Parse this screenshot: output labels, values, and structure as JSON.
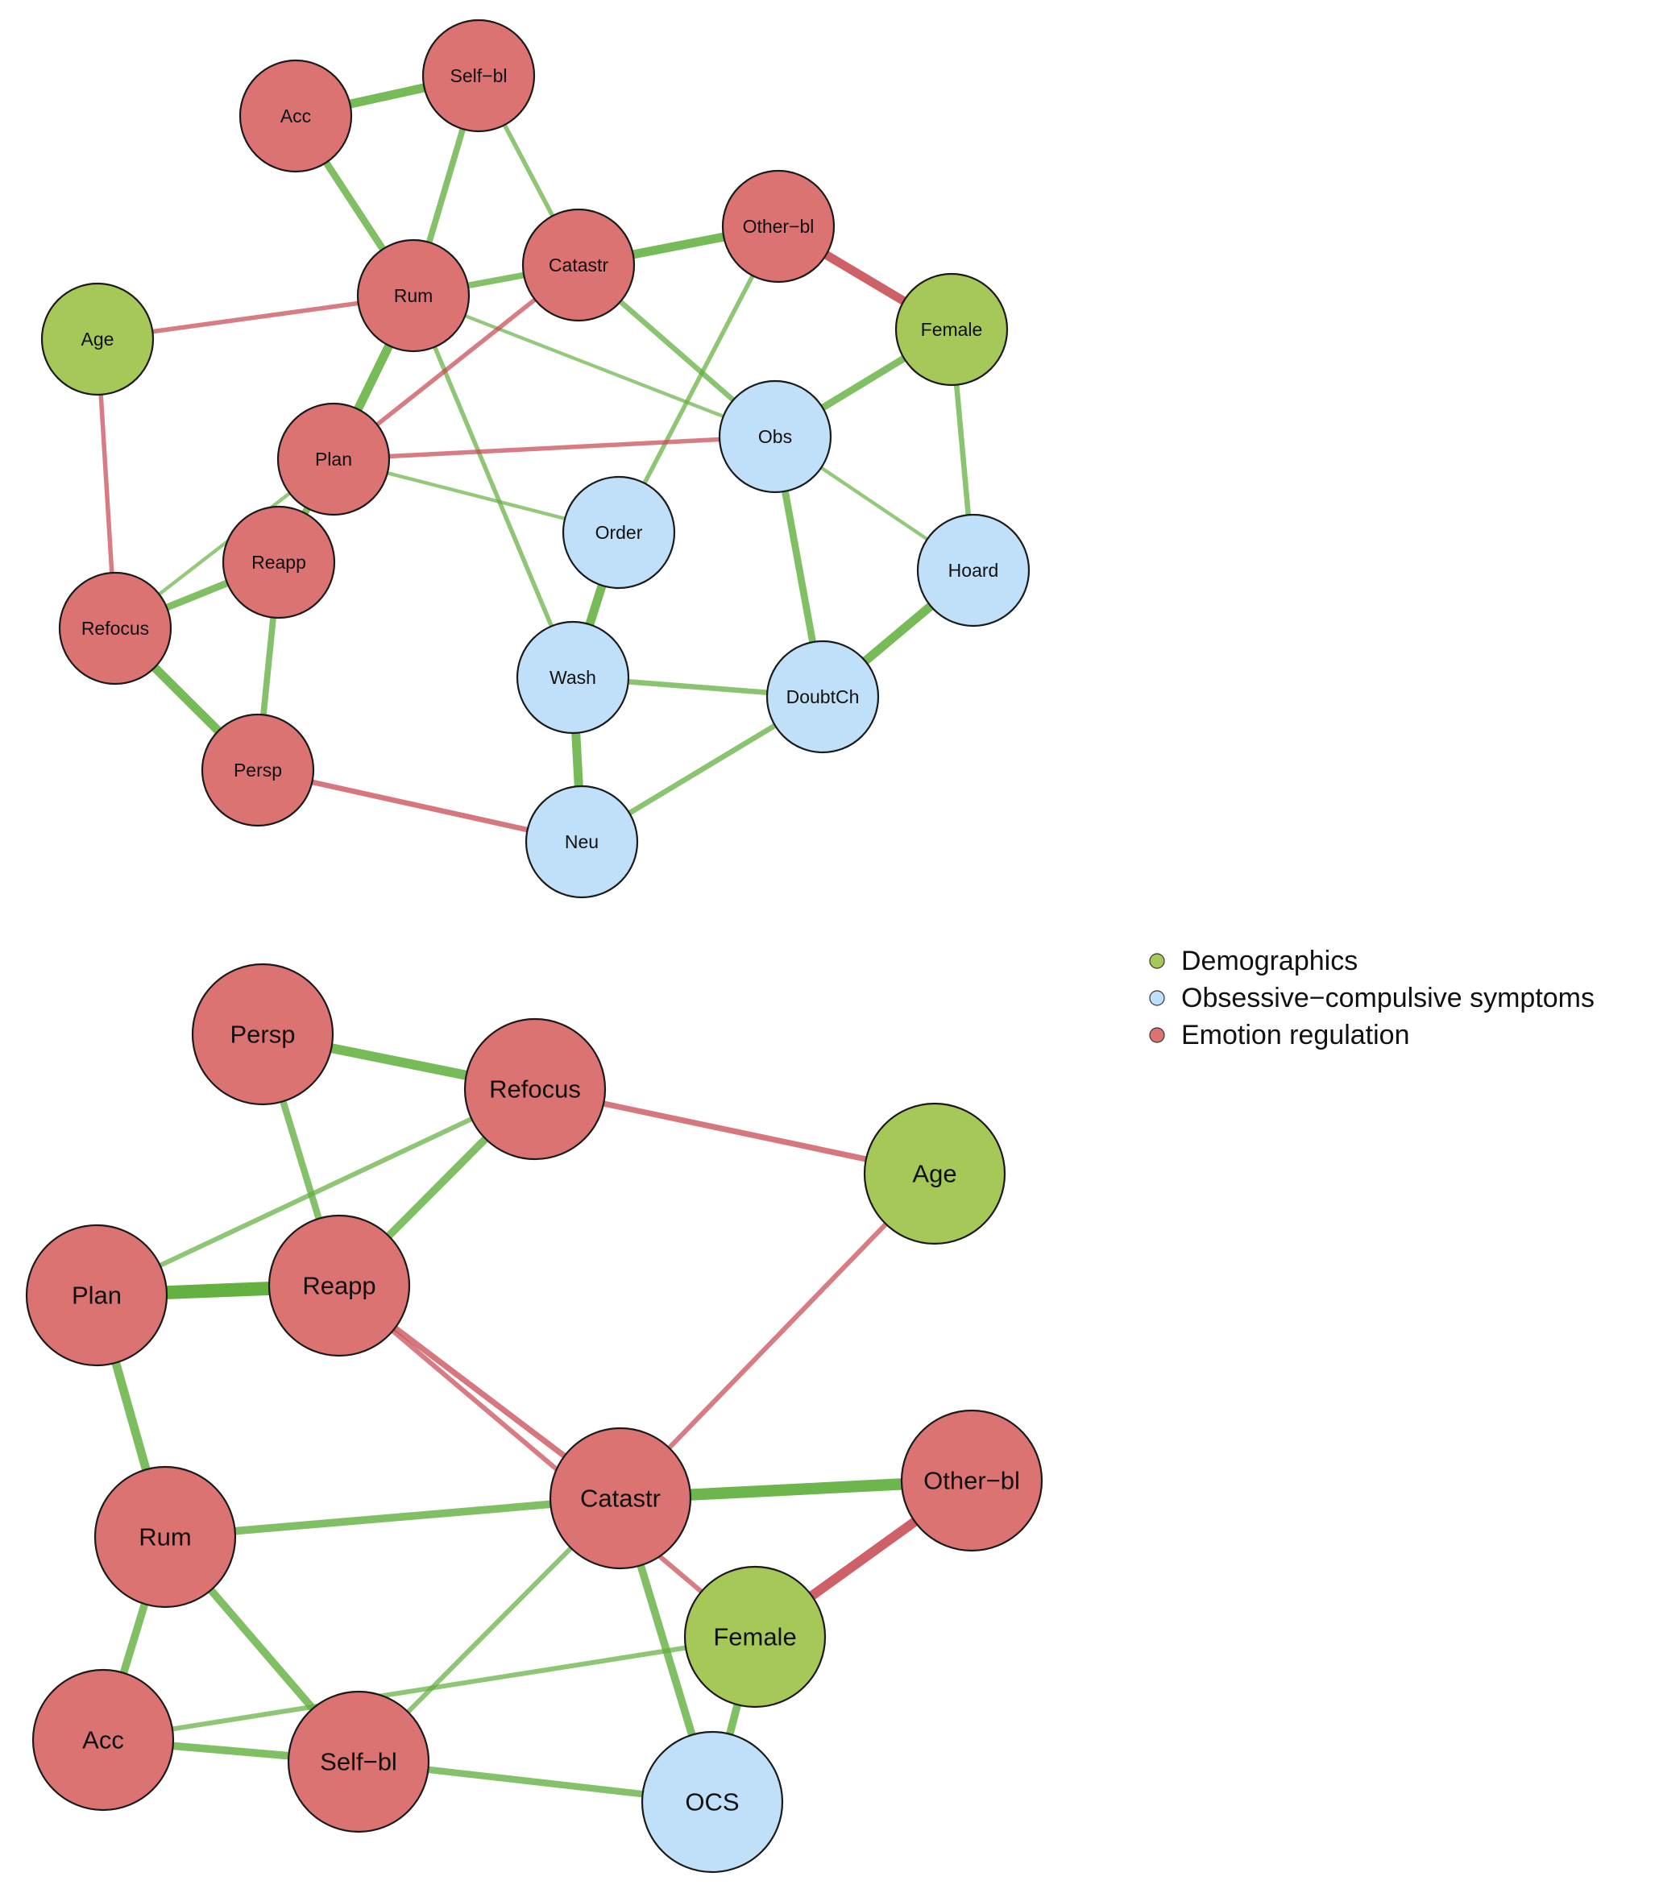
{
  "colors": {
    "demographics": "#a6c858",
    "ocs": "#bfe0f8",
    "emotion": "#dc7373",
    "positive_edge": "#5fae3b",
    "negative_edge": "#c5454d",
    "node_stroke": "#1a1a1a"
  },
  "legend": [
    {
      "group": "demographics",
      "label": "Demographics"
    },
    {
      "group": "ocs",
      "label": "Obsessive−compulsive symptoms"
    },
    {
      "group": "emotion",
      "label": "Emotion regulation"
    }
  ],
  "networks": [
    {
      "nodes": [
        {
          "id": "Acc",
          "label": "Acc",
          "group": "emotion"
        },
        {
          "id": "Self-bl",
          "label": "Self−bl",
          "group": "emotion"
        },
        {
          "id": "Other-bl",
          "label": "Other−bl",
          "group": "emotion"
        },
        {
          "id": "Catastr",
          "label": "Catastr",
          "group": "emotion"
        },
        {
          "id": "Rum",
          "label": "Rum",
          "group": "emotion"
        },
        {
          "id": "Age",
          "label": "Age",
          "group": "demographics"
        },
        {
          "id": "Female",
          "label": "Female",
          "group": "demographics"
        },
        {
          "id": "Plan",
          "label": "Plan",
          "group": "emotion"
        },
        {
          "id": "Obs",
          "label": "Obs",
          "group": "ocs"
        },
        {
          "id": "Order",
          "label": "Order",
          "group": "ocs"
        },
        {
          "id": "Reapp",
          "label": "Reapp",
          "group": "emotion"
        },
        {
          "id": "Hoard",
          "label": "Hoard",
          "group": "ocs"
        },
        {
          "id": "Refocus",
          "label": "Refocus",
          "group": "emotion"
        },
        {
          "id": "Wash",
          "label": "Wash",
          "group": "ocs"
        },
        {
          "id": "DoubtCh",
          "label": "DoubtCh",
          "group": "ocs"
        },
        {
          "id": "Persp",
          "label": "Persp",
          "group": "emotion"
        },
        {
          "id": "Neu",
          "label": "Neu",
          "group": "ocs"
        }
      ],
      "edges": [
        {
          "source": "Acc",
          "target": "Self-bl",
          "sign": "positive",
          "weight": 5
        },
        {
          "source": "Acc",
          "target": "Rum",
          "sign": "positive",
          "weight": 4
        },
        {
          "source": "Self-bl",
          "target": "Rum",
          "sign": "positive",
          "weight": 3.5
        },
        {
          "source": "Self-bl",
          "target": "Catastr",
          "sign": "positive",
          "weight": 2.5
        },
        {
          "source": "Rum",
          "target": "Catastr",
          "sign": "positive",
          "weight": 3.5
        },
        {
          "source": "Catastr",
          "target": "Other-bl",
          "sign": "positive",
          "weight": 5
        },
        {
          "source": "Other-bl",
          "target": "Female",
          "sign": "negative",
          "weight": 5
        },
        {
          "source": "Age",
          "target": "Rum",
          "sign": "negative",
          "weight": 2.5
        },
        {
          "source": "Age",
          "target": "Refocus",
          "sign": "negative",
          "weight": 2.5
        },
        {
          "source": "Rum",
          "target": "Plan",
          "sign": "positive",
          "weight": 5
        },
        {
          "source": "Rum",
          "target": "Obs",
          "sign": "positive",
          "weight": 2
        },
        {
          "source": "Rum",
          "target": "Wash",
          "sign": "positive",
          "weight": 2.5
        },
        {
          "source": "Catastr",
          "target": "Obs",
          "sign": "positive",
          "weight": 3
        },
        {
          "source": "Catastr",
          "target": "Plan",
          "sign": "negative",
          "weight": 2.5
        },
        {
          "source": "Other-bl",
          "target": "Order",
          "sign": "positive",
          "weight": 2.5
        },
        {
          "source": "Female",
          "target": "Obs",
          "sign": "positive",
          "weight": 4
        },
        {
          "source": "Female",
          "target": "Hoard",
          "sign": "positive",
          "weight": 3
        },
        {
          "source": "Plan",
          "target": "Obs",
          "sign": "negative",
          "weight": 2.5
        },
        {
          "source": "Plan",
          "target": "Order",
          "sign": "positive",
          "weight": 2
        },
        {
          "source": "Plan",
          "target": "Reapp",
          "sign": "positive",
          "weight": 4
        },
        {
          "source": "Plan",
          "target": "Refocus",
          "sign": "positive",
          "weight": 2
        },
        {
          "source": "Reapp",
          "target": "Refocus",
          "sign": "positive",
          "weight": 4
        },
        {
          "source": "Reapp",
          "target": "Persp",
          "sign": "positive",
          "weight": 3.5
        },
        {
          "source": "Refocus",
          "target": "Persp",
          "sign": "positive",
          "weight": 5
        },
        {
          "source": "Obs",
          "target": "Hoard",
          "sign": "positive",
          "weight": 2
        },
        {
          "source": "Obs",
          "target": "DoubtCh",
          "sign": "positive",
          "weight": 4
        },
        {
          "source": "Order",
          "target": "Wash",
          "sign": "positive",
          "weight": 5
        },
        {
          "source": "Hoard",
          "target": "DoubtCh",
          "sign": "positive",
          "weight": 5
        },
        {
          "source": "Wash",
          "target": "DoubtCh",
          "sign": "positive",
          "weight": 3
        },
        {
          "source": "Wash",
          "target": "Neu",
          "sign": "positive",
          "weight": 5
        },
        {
          "source": "DoubtCh",
          "target": "Neu",
          "sign": "positive",
          "weight": 3
        },
        {
          "source": "Persp",
          "target": "Neu",
          "sign": "negative",
          "weight": 3
        }
      ]
    },
    {
      "nodes": [
        {
          "id": "Persp",
          "label": "Persp",
          "group": "emotion"
        },
        {
          "id": "Refocus",
          "label": "Refocus",
          "group": "emotion"
        },
        {
          "id": "Age",
          "label": "Age",
          "group": "demographics"
        },
        {
          "id": "Plan",
          "label": "Plan",
          "group": "emotion"
        },
        {
          "id": "Reapp",
          "label": "Reapp",
          "group": "emotion"
        },
        {
          "id": "Catastr",
          "label": "Catastr",
          "group": "emotion"
        },
        {
          "id": "Other-bl",
          "label": "Other−bl",
          "group": "emotion"
        },
        {
          "id": "Rum",
          "label": "Rum",
          "group": "emotion"
        },
        {
          "id": "Female",
          "label": "Female",
          "group": "demographics"
        },
        {
          "id": "Acc",
          "label": "Acc",
          "group": "emotion"
        },
        {
          "id": "Self-bl",
          "label": "Self−bl",
          "group": "emotion"
        },
        {
          "id": "OCS",
          "label": "OCS",
          "group": "ocs"
        }
      ],
      "edges": [
        {
          "source": "Persp",
          "target": "Refocus",
          "sign": "positive",
          "weight": 5
        },
        {
          "source": "Persp",
          "target": "Reapp",
          "sign": "positive",
          "weight": 3.5
        },
        {
          "source": "Refocus",
          "target": "Reapp",
          "sign": "positive",
          "weight": 4
        },
        {
          "source": "Refocus",
          "target": "Plan",
          "sign": "positive",
          "weight": 2.5
        },
        {
          "source": "Refocus",
          "target": "Age",
          "sign": "negative",
          "weight": 3
        },
        {
          "source": "Plan",
          "target": "Reapp",
          "sign": "positive",
          "weight": 7
        },
        {
          "source": "Plan",
          "target": "Rum",
          "sign": "positive",
          "weight": 4.5
        },
        {
          "source": "Reapp",
          "target": "Catastr",
          "sign": "negative",
          "weight": 3
        },
        {
          "source": "Reapp",
          "target": "Female",
          "sign": "negative",
          "weight": 2.5
        },
        {
          "source": "Age",
          "target": "Catastr",
          "sign": "negative",
          "weight": 2.5
        },
        {
          "source": "Catastr",
          "target": "Other-bl",
          "sign": "positive",
          "weight": 6
        },
        {
          "source": "Catastr",
          "target": "Rum",
          "sign": "positive",
          "weight": 4
        },
        {
          "source": "Catastr",
          "target": "Self-bl",
          "sign": "positive",
          "weight": 2.5
        },
        {
          "source": "Catastr",
          "target": "OCS",
          "sign": "positive",
          "weight": 4
        },
        {
          "source": "Other-bl",
          "target": "Female",
          "sign": "negative",
          "weight": 5
        },
        {
          "source": "Rum",
          "target": "Acc",
          "sign": "positive",
          "weight": 4
        },
        {
          "source": "Rum",
          "target": "Self-bl",
          "sign": "positive",
          "weight": 4
        },
        {
          "source": "Female",
          "target": "Acc",
          "sign": "positive",
          "weight": 2.5
        },
        {
          "source": "Female",
          "target": "OCS",
          "sign": "positive",
          "weight": 4
        },
        {
          "source": "Acc",
          "target": "Self-bl",
          "sign": "positive",
          "weight": 4
        },
        {
          "source": "Self-bl",
          "target": "OCS",
          "sign": "positive",
          "weight": 3.5
        }
      ]
    }
  ]
}
